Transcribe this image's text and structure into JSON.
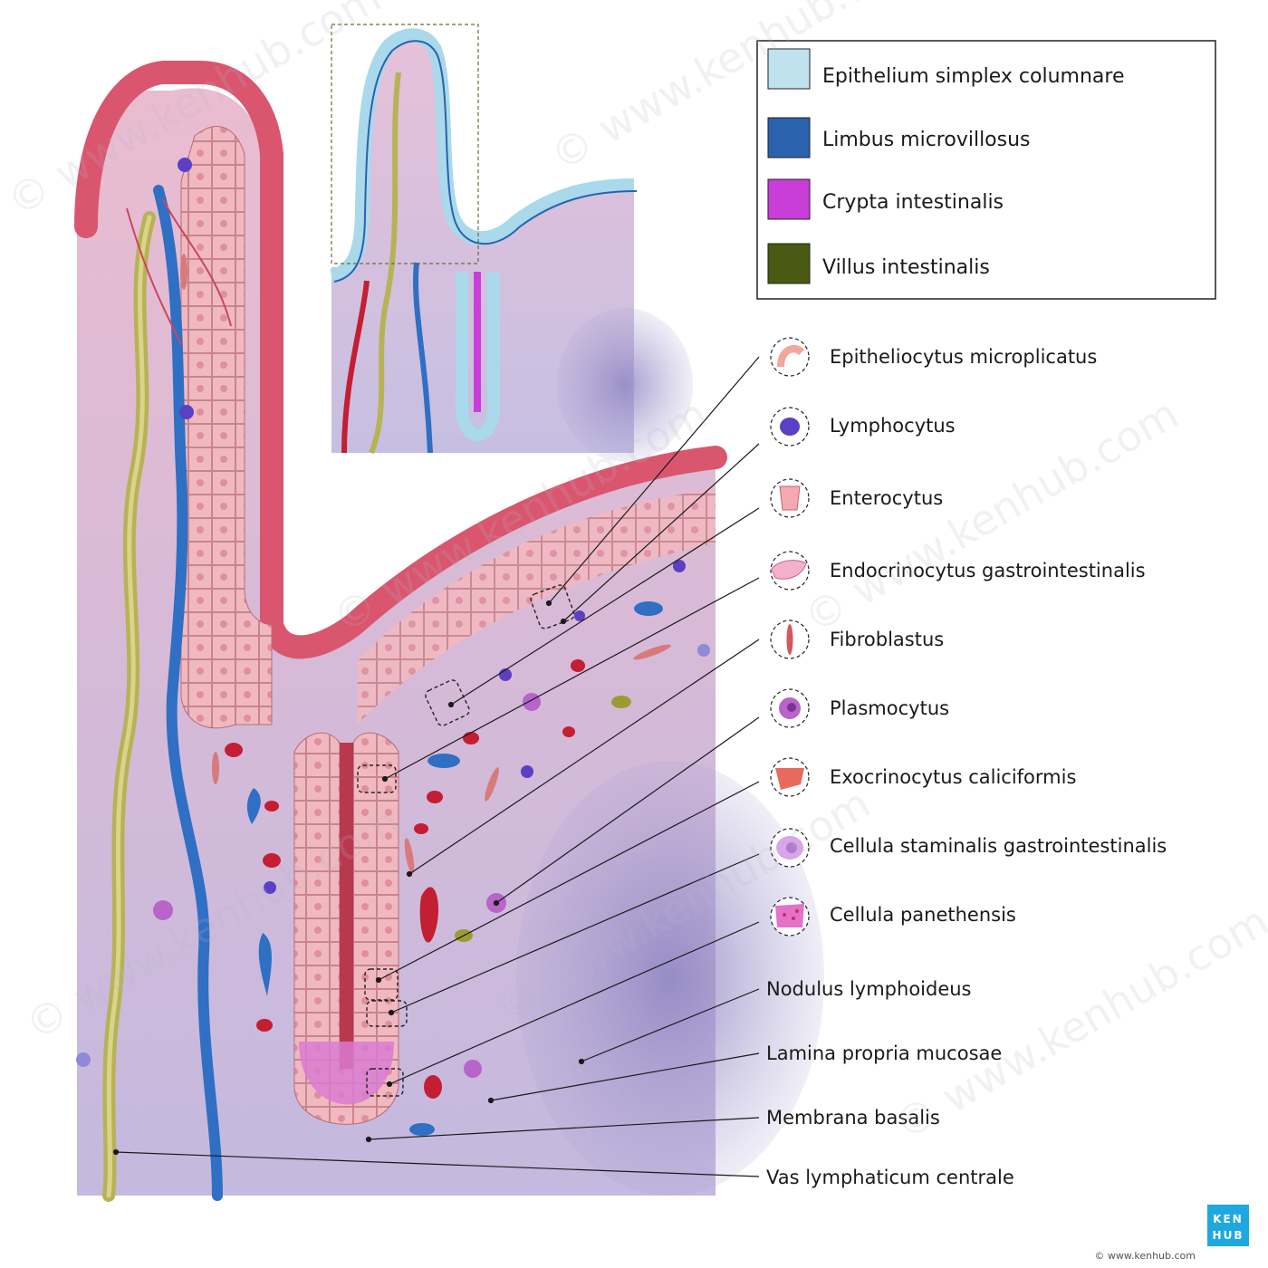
{
  "legend": [
    {
      "label": "Epithelium simplex columnare",
      "color": "#bfe2ee"
    },
    {
      "label": "Limbus microvillosus",
      "color": "#2a62ae"
    },
    {
      "label": "Crypta intestinalis",
      "color": "#c93ed8"
    },
    {
      "label": "Villus intestinalis",
      "color": "#4a5a12"
    }
  ],
  "cell_labels": [
    {
      "label": "Epitheliocytus microplicatus",
      "icon": "microfold-cell-icon"
    },
    {
      "label": "Lymphocytus",
      "icon": "lymphocyte-icon"
    },
    {
      "label": "Enterocytus",
      "icon": "enterocyte-icon"
    },
    {
      "label": "Endocrinocytus gastrointestinalis",
      "icon": "endocrine-cell-icon"
    },
    {
      "label": "Fibroblastus",
      "icon": "fibroblast-icon"
    },
    {
      "label": "Plasmocytus",
      "icon": "plasma-cell-icon"
    },
    {
      "label": "Exocrinocytus caliciformis",
      "icon": "goblet-cell-icon"
    },
    {
      "label": "Cellula staminalis gastrointestinalis",
      "icon": "stem-cell-icon"
    },
    {
      "label": "Cellula panethensis",
      "icon": "paneth-cell-icon"
    }
  ],
  "structure_labels": [
    {
      "label": "Nodulus lymphoideus"
    },
    {
      "label": "Lamina propria mucosae"
    },
    {
      "label": "Membrana basalis"
    },
    {
      "label": "Vas lymphaticum centrale"
    }
  ],
  "watermark": "© www.kenhub.com",
  "logo": {
    "line1": "KEN",
    "line2": "HUB"
  },
  "credit": "© www.kenhub.com"
}
